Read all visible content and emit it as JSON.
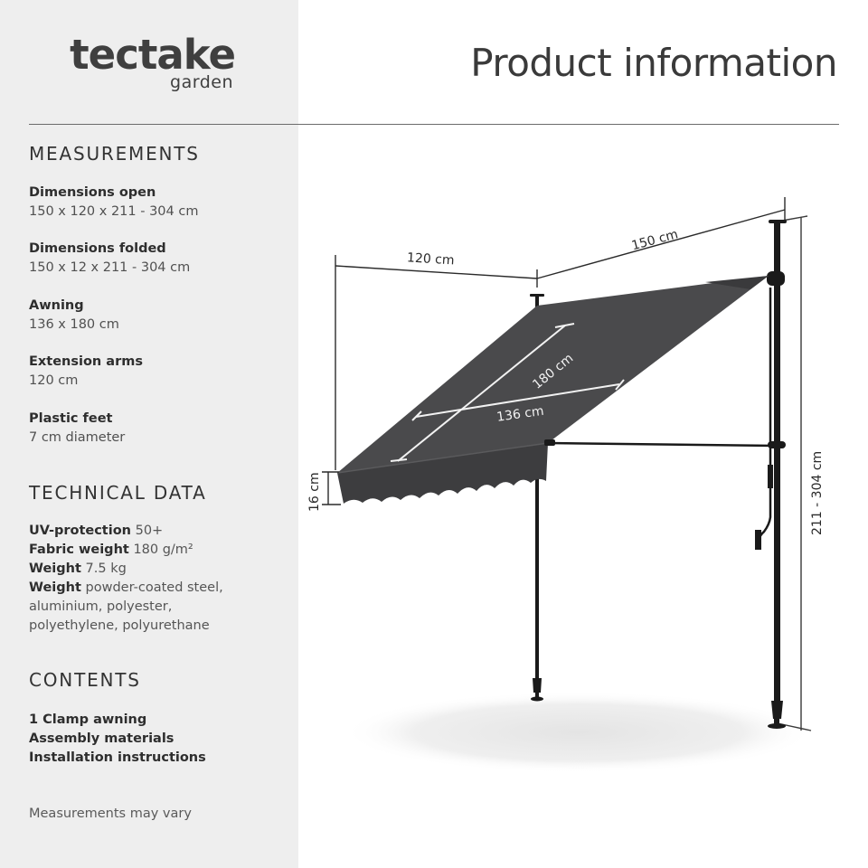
{
  "brand": {
    "name": "tectake",
    "sub": "garden"
  },
  "header": {
    "title": "Product information"
  },
  "measurements": {
    "title": "MEASUREMENTS",
    "items": [
      {
        "label": "Dimensions open",
        "value": "150 x 120 x 211 - 304 cm"
      },
      {
        "label": "Dimensions folded",
        "value": "150 x 12 x 211 - 304 cm"
      },
      {
        "label": "Awning",
        "value": "136 x 180 cm"
      },
      {
        "label": "Extension arms",
        "value": "120 cm"
      },
      {
        "label": "Plastic feet",
        "value": "7 cm diameter"
      }
    ]
  },
  "technical": {
    "title": "TECHNICAL DATA",
    "items": [
      {
        "label": "UV-protection",
        "value": "50+"
      },
      {
        "label": "Fabric weight",
        "value": "180 g/m²"
      },
      {
        "label": "Weight",
        "value": "7.5 kg"
      },
      {
        "label": "Weight",
        "value": "powder-coated steel,"
      }
    ],
    "continuation": [
      "aluminium, polyester,",
      "polyethylene, polyurethane"
    ]
  },
  "contents": {
    "title": "CONTENTS",
    "items": [
      "1 Clamp awning",
      "Assembly materials",
      "Installation instructions"
    ]
  },
  "note": "Measurements may vary",
  "diagram": {
    "labels": {
      "depth": "120 cm",
      "width": "150 cm",
      "fabric_length": "180 cm",
      "fabric_width": "136 cm",
      "valance": "16 cm",
      "height": "211 - 304 cm"
    },
    "colors": {
      "fabric": "#4a4a4c",
      "valance": "#3d3d3f",
      "pole": "#1a1a1a",
      "dimension_line": "#2a2a2a",
      "sidebar_bg": "#eeeeee"
    }
  }
}
